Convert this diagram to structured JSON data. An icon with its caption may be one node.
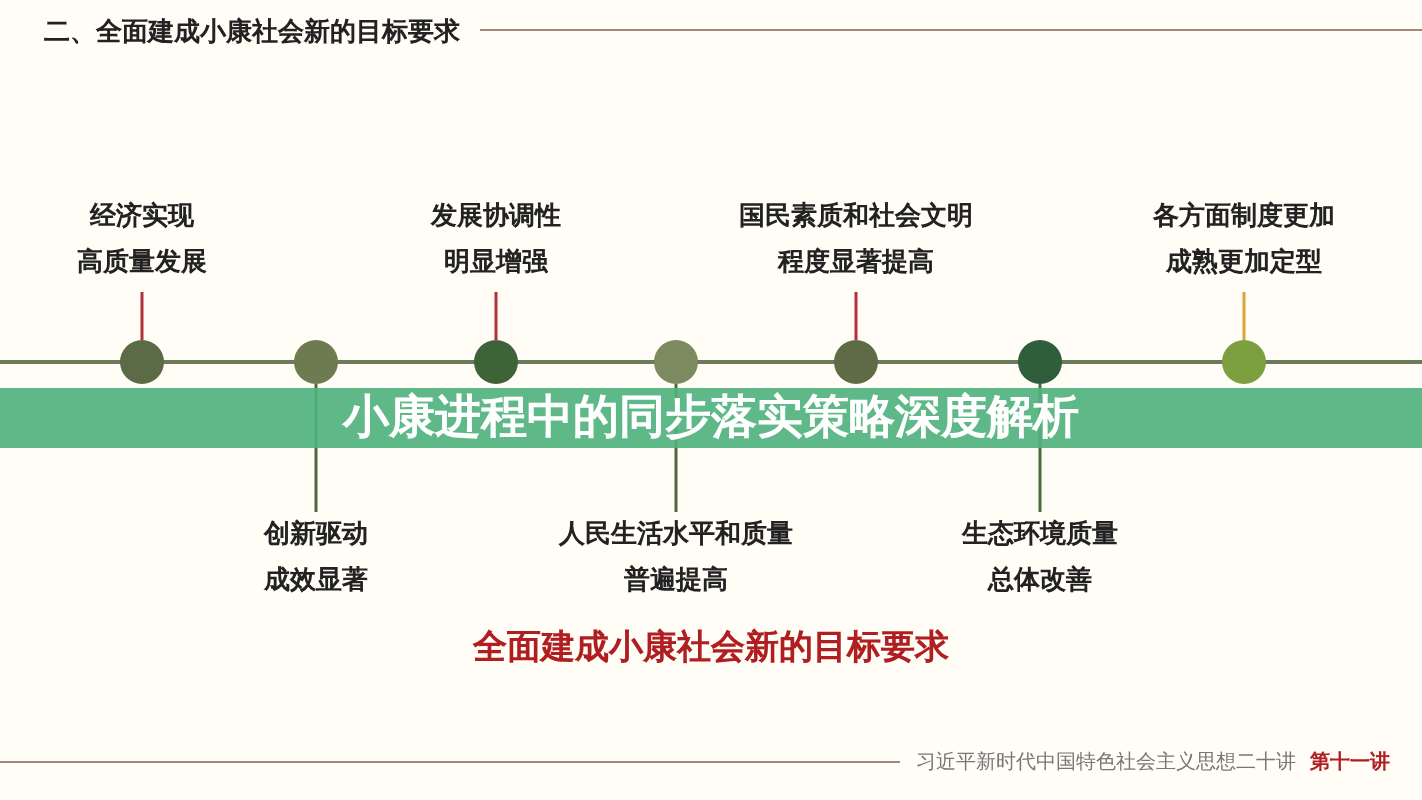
{
  "diagram": {
    "title": "二、全面建成小康社会新的目标要求",
    "caption": "全面建成小康社会新的目标要求",
    "nodes": [
      {
        "text": [
          "经济实现",
          "高质量发展"
        ]
      },
      {
        "text": [
          "发展协调性",
          "明显增强"
        ]
      },
      {
        "text": [
          "国民素质和社会文明",
          "程度显著提高"
        ]
      },
      {
        "text": [
          "各方面制度更加",
          "成熟更加定型"
        ]
      },
      {
        "text": [],
        "shape": "circle"
      },
      {
        "text": [],
        "shape": "circle"
      },
      {
        "text": [],
        "shape": "circle"
      },
      {
        "text": [],
        "shape": "circle"
      },
      {
        "text": [],
        "shape": "circle"
      },
      {
        "text": [],
        "shape": "circle"
      },
      {
        "text": [],
        "shape": "circle"
      },
      {
        "text": [
          "创新驱动",
          "成效显著"
        ]
      },
      {
        "text": [
          "人民生活水平和质量",
          "普遍提高"
        ]
      },
      {
        "text": [
          "生态环境质量",
          "总体改善"
        ]
      }
    ],
    "edges": [
      {
        "from": 0,
        "to": 4,
        "arrow": "none"
      },
      {
        "from": 1,
        "to": 6,
        "arrow": "none"
      },
      {
        "from": 2,
        "to": 8,
        "arrow": "none"
      },
      {
        "from": 3,
        "to": 10,
        "arrow": "none",
        "color": "#d9a43a"
      },
      {
        "from": 11,
        "to": 5,
        "arrow": "none",
        "color": "#4b6b3a"
      },
      {
        "from": 12,
        "to": 7,
        "arrow": "none",
        "color": "#4b6b3a"
      },
      {
        "from": 13,
        "to": 9,
        "arrow": "none",
        "color": "#4b6b3a"
      }
    ],
    "labels": [
      "小康进程中的同步落实策略深度解析",
      "习近平新时代中国特色社会主义思想二十讲",
      "第十一讲"
    ]
  }
}
